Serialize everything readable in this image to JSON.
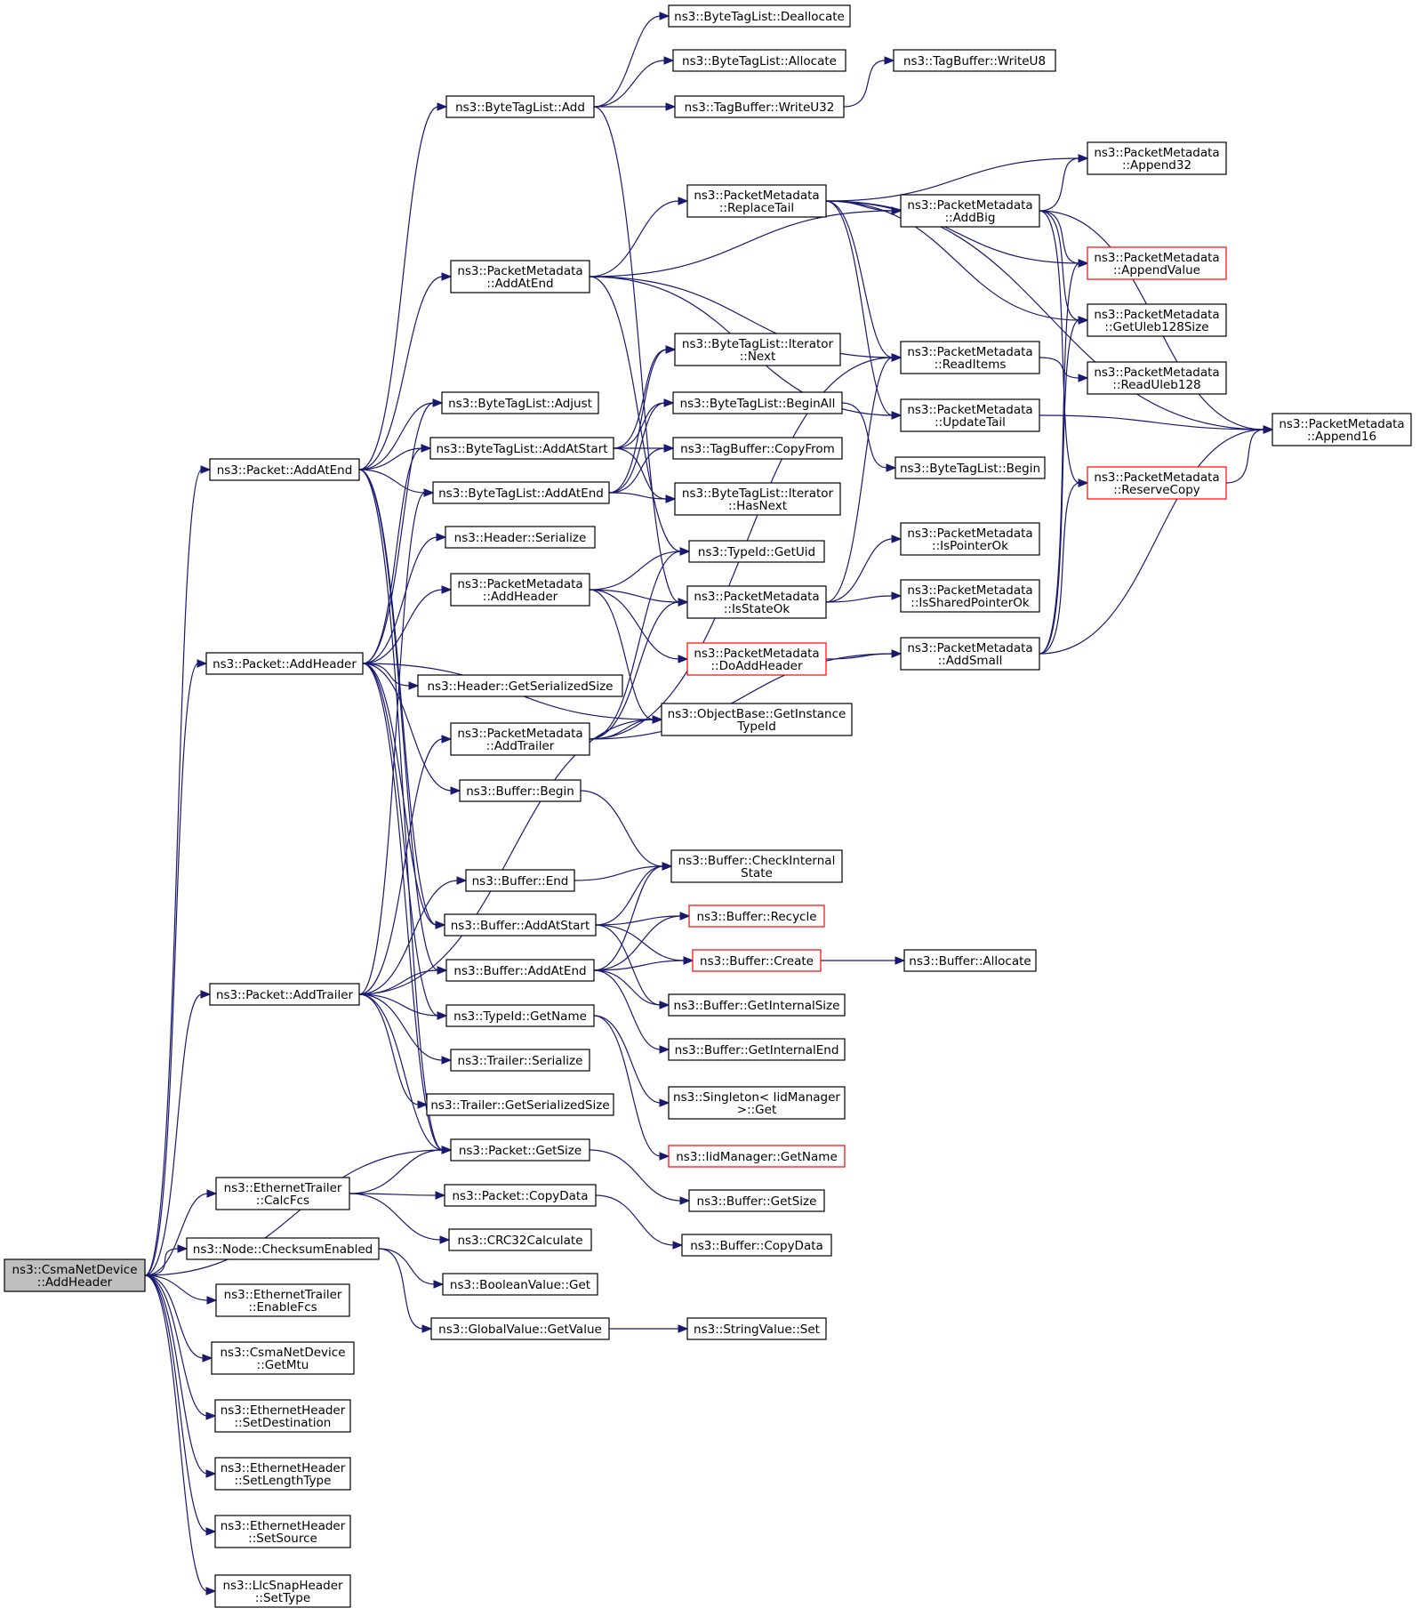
{
  "colors": {
    "edge": "#191970",
    "border": "#000000",
    "truncated_border": "#ff0000",
    "root_fill": "#bfbfbf",
    "node_fill": "#ffffff"
  },
  "nodes": [
    {
      "id": "root",
      "lines": [
        "ns3::CsmaNetDevice",
        "::AddHeader"
      ],
      "root": true
    },
    {
      "id": "pAddAtEnd",
      "lines": [
        "ns3::Packet::AddAtEnd"
      ]
    },
    {
      "id": "pAddHeader",
      "lines": [
        "ns3::Packet::AddHeader"
      ]
    },
    {
      "id": "pAddTrailer",
      "lines": [
        "ns3::Packet::AddTrailer"
      ]
    },
    {
      "id": "ethCalcFcs",
      "lines": [
        "ns3::EthernetTrailer",
        "::CalcFcs"
      ]
    },
    {
      "id": "nodeChecksum",
      "lines": [
        "ns3::Node::ChecksumEnabled"
      ]
    },
    {
      "id": "ethEnableFcs",
      "lines": [
        "ns3::EthernetTrailer",
        "::EnableFcs"
      ]
    },
    {
      "id": "csmaGetMtu",
      "lines": [
        "ns3::CsmaNetDevice",
        "::GetMtu"
      ]
    },
    {
      "id": "ethSetDest",
      "lines": [
        "ns3::EthernetHeader",
        "::SetDestination"
      ]
    },
    {
      "id": "ethSetLen",
      "lines": [
        "ns3::EthernetHeader",
        "::SetLengthType"
      ]
    },
    {
      "id": "ethSetSrc",
      "lines": [
        "ns3::EthernetHeader",
        "::SetSource"
      ]
    },
    {
      "id": "llcSetType",
      "lines": [
        "ns3::LlcSnapHeader",
        "::SetType"
      ]
    },
    {
      "id": "btlAdd",
      "lines": [
        "ns3::ByteTagList::Add"
      ]
    },
    {
      "id": "pmAddAtEnd",
      "lines": [
        "ns3::PacketMetadata",
        "::AddAtEnd"
      ]
    },
    {
      "id": "btlAdjust",
      "lines": [
        "ns3::ByteTagList::Adjust"
      ]
    },
    {
      "id": "btlAddAtStart",
      "lines": [
        "ns3::ByteTagList::AddAtStart"
      ]
    },
    {
      "id": "btlAddAtEnd",
      "lines": [
        "ns3::ByteTagList::AddAtEnd"
      ]
    },
    {
      "id": "hdrSerialize",
      "lines": [
        "ns3::Header::Serialize"
      ]
    },
    {
      "id": "pmAddHeader",
      "lines": [
        "ns3::PacketMetadata",
        "::AddHeader"
      ]
    },
    {
      "id": "hdrGetSerSize",
      "lines": [
        "ns3::Header::GetSerializedSize"
      ]
    },
    {
      "id": "pmAddTrailer",
      "lines": [
        "ns3::PacketMetadata",
        "::AddTrailer"
      ]
    },
    {
      "id": "bufBegin",
      "lines": [
        "ns3::Buffer::Begin"
      ]
    },
    {
      "id": "bufEnd",
      "lines": [
        "ns3::Buffer::End"
      ]
    },
    {
      "id": "bufAddAtStart",
      "lines": [
        "ns3::Buffer::AddAtStart"
      ]
    },
    {
      "id": "bufAddAtEnd",
      "lines": [
        "ns3::Buffer::AddAtEnd"
      ]
    },
    {
      "id": "tidGetName",
      "lines": [
        "ns3::TypeId::GetName"
      ]
    },
    {
      "id": "trlSerialize",
      "lines": [
        "ns3::Trailer::Serialize"
      ]
    },
    {
      "id": "trlGetSerSize",
      "lines": [
        "ns3::Trailer::GetSerializedSize"
      ]
    },
    {
      "id": "pGetSize",
      "lines": [
        "ns3::Packet::GetSize"
      ]
    },
    {
      "id": "pCopyData",
      "lines": [
        "ns3::Packet::CopyData"
      ]
    },
    {
      "id": "crc32",
      "lines": [
        "ns3::CRC32Calculate"
      ]
    },
    {
      "id": "boolGet",
      "lines": [
        "ns3::BooleanValue::Get"
      ]
    },
    {
      "id": "gvGetValue",
      "lines": [
        "ns3::GlobalValue::GetValue"
      ]
    },
    {
      "id": "btlDealloc",
      "lines": [
        "ns3::ByteTagList::Deallocate"
      ]
    },
    {
      "id": "btlAllocate",
      "lines": [
        "ns3::ByteTagList::Allocate"
      ]
    },
    {
      "id": "tbWriteU32",
      "lines": [
        "ns3::TagBuffer::WriteU32"
      ]
    },
    {
      "id": "pmReplaceTail",
      "lines": [
        "ns3::PacketMetadata",
        "::ReplaceTail"
      ]
    },
    {
      "id": "btlItNext",
      "lines": [
        "ns3::ByteTagList::Iterator",
        "::Next"
      ]
    },
    {
      "id": "btlBeginAll",
      "lines": [
        "ns3::ByteTagList::BeginAll"
      ]
    },
    {
      "id": "tbCopyFrom",
      "lines": [
        "ns3::TagBuffer::CopyFrom"
      ]
    },
    {
      "id": "btlItHasNext",
      "lines": [
        "ns3::ByteTagList::Iterator",
        "::HasNext"
      ]
    },
    {
      "id": "tidGetUid",
      "lines": [
        "ns3::TypeId::GetUid"
      ]
    },
    {
      "id": "pmIsStateOk",
      "lines": [
        "ns3::PacketMetadata",
        "::IsStateOk"
      ]
    },
    {
      "id": "pmDoAddHeader",
      "lines": [
        "ns3::PacketMetadata",
        "::DoAddHeader"
      ],
      "truncated": true
    },
    {
      "id": "obGetInstTid",
      "lines": [
        "ns3::ObjectBase::GetInstance",
        "TypeId"
      ]
    },
    {
      "id": "bufCheckInt",
      "lines": [
        "ns3::Buffer::CheckInternal",
        "State"
      ]
    },
    {
      "id": "bufRecycle",
      "lines": [
        "ns3::Buffer::Recycle"
      ],
      "truncated": true
    },
    {
      "id": "bufCreate",
      "lines": [
        "ns3::Buffer::Create"
      ],
      "truncated": true
    },
    {
      "id": "bufGetIntSize",
      "lines": [
        "ns3::Buffer::GetInternalSize"
      ]
    },
    {
      "id": "bufGetIntEnd",
      "lines": [
        "ns3::Buffer::GetInternalEnd"
      ]
    },
    {
      "id": "singletonGet",
      "lines": [
        "ns3::Singleton< IidManager",
        ">::Get"
      ]
    },
    {
      "id": "iidGetName",
      "lines": [
        "ns3::IidManager::GetName"
      ],
      "truncated": true
    },
    {
      "id": "bufGetSize",
      "lines": [
        "ns3::Buffer::GetSize"
      ]
    },
    {
      "id": "bufCopyData",
      "lines": [
        "ns3::Buffer::CopyData"
      ]
    },
    {
      "id": "svSet",
      "lines": [
        "ns3::StringValue::Set"
      ]
    },
    {
      "id": "tbWriteU8",
      "lines": [
        "ns3::TagBuffer::WriteU8"
      ]
    },
    {
      "id": "pmAddBig",
      "lines": [
        "ns3::PacketMetadata",
        "::AddBig"
      ]
    },
    {
      "id": "pmReadItems",
      "lines": [
        "ns3::PacketMetadata",
        "::ReadItems"
      ]
    },
    {
      "id": "pmUpdateTail",
      "lines": [
        "ns3::PacketMetadata",
        "::UpdateTail"
      ]
    },
    {
      "id": "btlBegin",
      "lines": [
        "ns3::ByteTagList::Begin"
      ]
    },
    {
      "id": "pmIsPtrOk",
      "lines": [
        "ns3::PacketMetadata",
        "::IsPointerOk"
      ]
    },
    {
      "id": "pmIsShPtrOk",
      "lines": [
        "ns3::PacketMetadata",
        "::IsSharedPointerOk"
      ]
    },
    {
      "id": "pmAddSmall",
      "lines": [
        "ns3::PacketMetadata",
        "::AddSmall"
      ]
    },
    {
      "id": "bufAllocate",
      "lines": [
        "ns3::Buffer::Allocate"
      ]
    },
    {
      "id": "pmAppend32",
      "lines": [
        "ns3::PacketMetadata",
        "::Append32"
      ]
    },
    {
      "id": "pmAppendValue",
      "lines": [
        "ns3::PacketMetadata",
        "::AppendValue"
      ],
      "truncated": true
    },
    {
      "id": "pmGetUleb",
      "lines": [
        "ns3::PacketMetadata",
        "::GetUleb128Size"
      ]
    },
    {
      "id": "pmReadUleb",
      "lines": [
        "ns3::PacketMetadata",
        "::ReadUleb128"
      ]
    },
    {
      "id": "pmReserveCopy",
      "lines": [
        "ns3::PacketMetadata",
        "::ReserveCopy"
      ],
      "truncated": true
    },
    {
      "id": "pmAppend16",
      "lines": [
        "ns3::PacketMetadata",
        "::Append16"
      ]
    }
  ],
  "edges": [
    [
      "root",
      "pAddAtEnd"
    ],
    [
      "root",
      "pAddHeader"
    ],
    [
      "root",
      "pAddTrailer"
    ],
    [
      "root",
      "pGetSize"
    ],
    [
      "root",
      "ethCalcFcs"
    ],
    [
      "root",
      "nodeChecksum"
    ],
    [
      "root",
      "ethEnableFcs"
    ],
    [
      "root",
      "csmaGetMtu"
    ],
    [
      "root",
      "ethSetDest"
    ],
    [
      "root",
      "ethSetLen"
    ],
    [
      "root",
      "ethSetSrc"
    ],
    [
      "root",
      "llcSetType"
    ],
    [
      "pAddAtEnd",
      "btlAdd"
    ],
    [
      "pAddAtEnd",
      "pmAddAtEnd"
    ],
    [
      "pAddAtEnd",
      "btlAdjust"
    ],
    [
      "pAddAtEnd",
      "btlAddAtStart"
    ],
    [
      "pAddAtEnd",
      "btlAddAtEnd"
    ],
    [
      "pAddAtEnd",
      "bufAddAtStart"
    ],
    [
      "pAddAtEnd",
      "bufAddAtEnd"
    ],
    [
      "pAddAtEnd",
      "pGetSize"
    ],
    [
      "pAddHeader",
      "btlAdjust"
    ],
    [
      "pAddHeader",
      "btlAddAtStart"
    ],
    [
      "pAddHeader",
      "hdrSerialize"
    ],
    [
      "pAddHeader",
      "pmAddHeader"
    ],
    [
      "pAddHeader",
      "hdrGetSerSize"
    ],
    [
      "pAddHeader",
      "obGetInstTid"
    ],
    [
      "pAddHeader",
      "bufBegin"
    ],
    [
      "pAddHeader",
      "bufAddAtStart"
    ],
    [
      "pAddHeader",
      "tidGetName"
    ],
    [
      "pAddHeader",
      "pGetSize"
    ],
    [
      "pAddTrailer",
      "btlAddAtEnd"
    ],
    [
      "pAddTrailer",
      "pmAddTrailer"
    ],
    [
      "pAddTrailer",
      "bufEnd"
    ],
    [
      "pAddTrailer",
      "bufAddAtEnd"
    ],
    [
      "pAddTrailer",
      "obGetInstTid"
    ],
    [
      "pAddTrailer",
      "tidGetName"
    ],
    [
      "pAddTrailer",
      "trlSerialize"
    ],
    [
      "pAddTrailer",
      "trlGetSerSize"
    ],
    [
      "pAddTrailer",
      "pGetSize"
    ],
    [
      "ethCalcFcs",
      "pGetSize"
    ],
    [
      "ethCalcFcs",
      "pCopyData"
    ],
    [
      "ethCalcFcs",
      "crc32"
    ],
    [
      "nodeChecksum",
      "boolGet"
    ],
    [
      "nodeChecksum",
      "gvGetValue"
    ],
    [
      "btlAdd",
      "btlDealloc"
    ],
    [
      "btlAdd",
      "btlAllocate"
    ],
    [
      "btlAdd",
      "tbWriteU32"
    ],
    [
      "btlAdd",
      "pmIsStateOk"
    ],
    [
      "pmAddAtEnd",
      "pmReplaceTail"
    ],
    [
      "pmAddAtEnd",
      "pmAddBig"
    ],
    [
      "pmAddAtEnd",
      "pmReadItems"
    ],
    [
      "pmAddAtEnd",
      "pmUpdateTail"
    ],
    [
      "pmAddAtEnd",
      "tidGetUid"
    ],
    [
      "btlAddAtStart",
      "btlItNext"
    ],
    [
      "btlAddAtStart",
      "btlBeginAll"
    ],
    [
      "btlAddAtStart",
      "tbCopyFrom"
    ],
    [
      "btlAddAtStart",
      "btlItHasNext"
    ],
    [
      "btlAddAtEnd",
      "btlItNext"
    ],
    [
      "btlAddAtEnd",
      "btlBeginAll"
    ],
    [
      "btlAddAtEnd",
      "tbCopyFrom"
    ],
    [
      "btlAddAtEnd",
      "btlItHasNext"
    ],
    [
      "pmAddHeader",
      "tidGetUid"
    ],
    [
      "pmAddHeader",
      "pmIsStateOk"
    ],
    [
      "pmAddHeader",
      "pmDoAddHeader"
    ],
    [
      "pmAddHeader",
      "obGetInstTid"
    ],
    [
      "pmAddTrailer",
      "tidGetUid"
    ],
    [
      "pmAddTrailer",
      "pmIsStateOk"
    ],
    [
      "pmAddTrailer",
      "obGetInstTid"
    ],
    [
      "pmAddTrailer",
      "pmReadItems"
    ],
    [
      "pmAddTrailer",
      "pmAddSmall"
    ],
    [
      "bufBegin",
      "bufCheckInt"
    ],
    [
      "bufEnd",
      "bufCheckInt"
    ],
    [
      "bufAddAtStart",
      "bufCheckInt"
    ],
    [
      "bufAddAtStart",
      "bufRecycle"
    ],
    [
      "bufAddAtStart",
      "bufCreate"
    ],
    [
      "bufAddAtStart",
      "bufGetIntSize"
    ],
    [
      "bufAddAtEnd",
      "bufCheckInt"
    ],
    [
      "bufAddAtEnd",
      "bufRecycle"
    ],
    [
      "bufAddAtEnd",
      "bufCreate"
    ],
    [
      "bufAddAtEnd",
      "bufGetIntSize"
    ],
    [
      "bufAddAtEnd",
      "bufGetIntEnd"
    ],
    [
      "tidGetName",
      "singletonGet"
    ],
    [
      "tidGetName",
      "iidGetName"
    ],
    [
      "pGetSize",
      "bufGetSize"
    ],
    [
      "pCopyData",
      "bufCopyData"
    ],
    [
      "gvGetValue",
      "svSet"
    ],
    [
      "tbWriteU32",
      "tbWriteU8"
    ],
    [
      "pmReplaceTail",
      "pmAppend32"
    ],
    [
      "pmReplaceTail",
      "pmAddBig"
    ],
    [
      "pmReplaceTail",
      "pmAppendValue"
    ],
    [
      "pmReplaceTail",
      "pmGetUleb"
    ],
    [
      "pmReplaceTail",
      "pmReadItems"
    ],
    [
      "pmReplaceTail",
      "pmUpdateTail"
    ],
    [
      "pmReplaceTail",
      "pmAppend16"
    ],
    [
      "btlBeginAll",
      "btlBegin"
    ],
    [
      "pmIsStateOk",
      "pmIsPtrOk"
    ],
    [
      "pmIsStateOk",
      "pmIsShPtrOk"
    ],
    [
      "pmIsStateOk",
      "pmReadItems"
    ],
    [
      "pmDoAddHeader",
      "pmAddSmall"
    ],
    [
      "bufCreate",
      "bufAllocate"
    ],
    [
      "pmAddBig",
      "pmAppend32"
    ],
    [
      "pmAddBig",
      "pmAppendValue"
    ],
    [
      "pmAddBig",
      "pmGetUleb"
    ],
    [
      "pmAddBig",
      "pmReserveCopy"
    ],
    [
      "pmAddBig",
      "pmAppend16"
    ],
    [
      "pmReadItems",
      "pmReadUleb"
    ],
    [
      "pmUpdateTail",
      "pmAppend16"
    ],
    [
      "pmAddSmall",
      "pmAppendValue"
    ],
    [
      "pmAddSmall",
      "pmGetUleb"
    ],
    [
      "pmAddSmall",
      "pmReserveCopy"
    ],
    [
      "pmAddSmall",
      "pmAppend16"
    ],
    [
      "pmReserveCopy",
      "pmAppend16"
    ]
  ]
}
